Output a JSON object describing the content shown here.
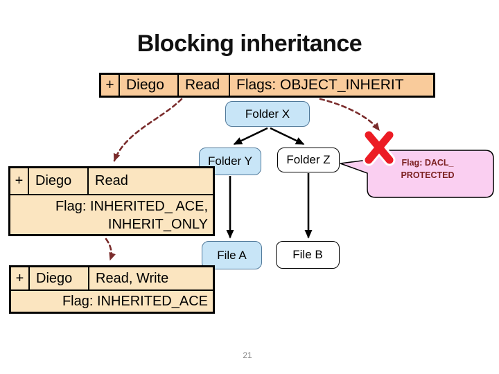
{
  "slide": {
    "title": "Blocking inheritance",
    "page_number": "21"
  },
  "ace_top": {
    "plus": "+",
    "principal": "Diego",
    "permission": "Read",
    "flags": "Flags: OBJECT_INHERIT"
  },
  "ace_middle": {
    "plus": "+",
    "principal": "Diego",
    "permission": "Read",
    "flags_line1": "Flag: INHERITED_ ACE,",
    "flags_line2": "INHERIT_ONLY"
  },
  "ace_bottom": {
    "plus": "+",
    "principal": "Diego",
    "permission": "Read, Write",
    "flags": "Flag: INHERITED_ACE"
  },
  "nodes": {
    "folder_x": "Folder X",
    "folder_y": "Folder Y",
    "folder_z": "Folder Z",
    "file_a": "File A",
    "file_b": "File B"
  },
  "callout": {
    "line1": "Flag: DACL_",
    "line2": "PROTECTED"
  },
  "colors": {
    "ace_top_fill": "#F9CB9B",
    "ace_inherited_fill": "#FBE5C0",
    "node_blue_fill": "#C8E5F7",
    "node_blue_border": "#4F7899",
    "dashed_arrow": "#7A2B2B",
    "cross_red": "#EC1C24",
    "callout_fill": "#FACFF1",
    "callout_text": "#7B2020"
  }
}
